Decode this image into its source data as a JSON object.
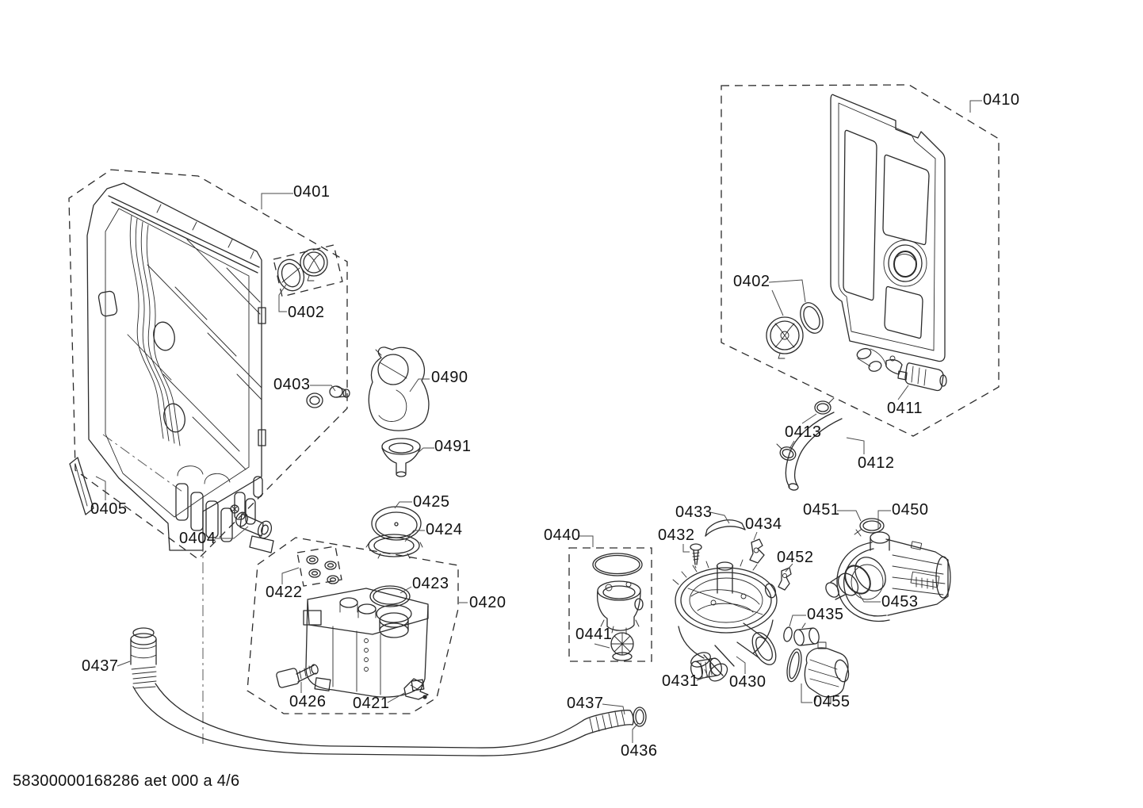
{
  "footer": {
    "text": "58300000168286 aet 000 a 4/6"
  },
  "labels": {
    "l0401": {
      "text": "0401"
    },
    "l0402_door": {
      "text": "0402"
    },
    "l0403": {
      "text": "0403"
    },
    "l0404": {
      "text": "0404"
    },
    "l0405": {
      "text": "0405"
    },
    "l0410": {
      "text": "0410"
    },
    "l0402_panel": {
      "text": "0402"
    },
    "l0411": {
      "text": "0411"
    },
    "l0412": {
      "text": "0412"
    },
    "l0413": {
      "text": "0413"
    },
    "l0420": {
      "text": "0420"
    },
    "l0421": {
      "text": "0421"
    },
    "l0422": {
      "text": "0422"
    },
    "l0423": {
      "text": "0423"
    },
    "l0424": {
      "text": "0424"
    },
    "l0425": {
      "text": "0425"
    },
    "l0426": {
      "text": "0426"
    },
    "l0430": {
      "text": "0430"
    },
    "l0431": {
      "text": "0431"
    },
    "l0432": {
      "text": "0432"
    },
    "l0433": {
      "text": "0433"
    },
    "l0434": {
      "text": "0434"
    },
    "l0435": {
      "text": "0435"
    },
    "l0436": {
      "text": "0436"
    },
    "l0437_inlet": {
      "text": "0437"
    },
    "l0437_drain": {
      "text": "0437"
    },
    "l0440": {
      "text": "0440"
    },
    "l0441": {
      "text": "0441"
    },
    "l0450": {
      "text": "0450"
    },
    "l0451": {
      "text": "0451"
    },
    "l0452": {
      "text": "0452"
    },
    "l0453": {
      "text": "0453"
    },
    "l0455": {
      "text": "0455"
    },
    "l0490": {
      "text": "0490"
    },
    "l0491": {
      "text": "0491"
    }
  }
}
